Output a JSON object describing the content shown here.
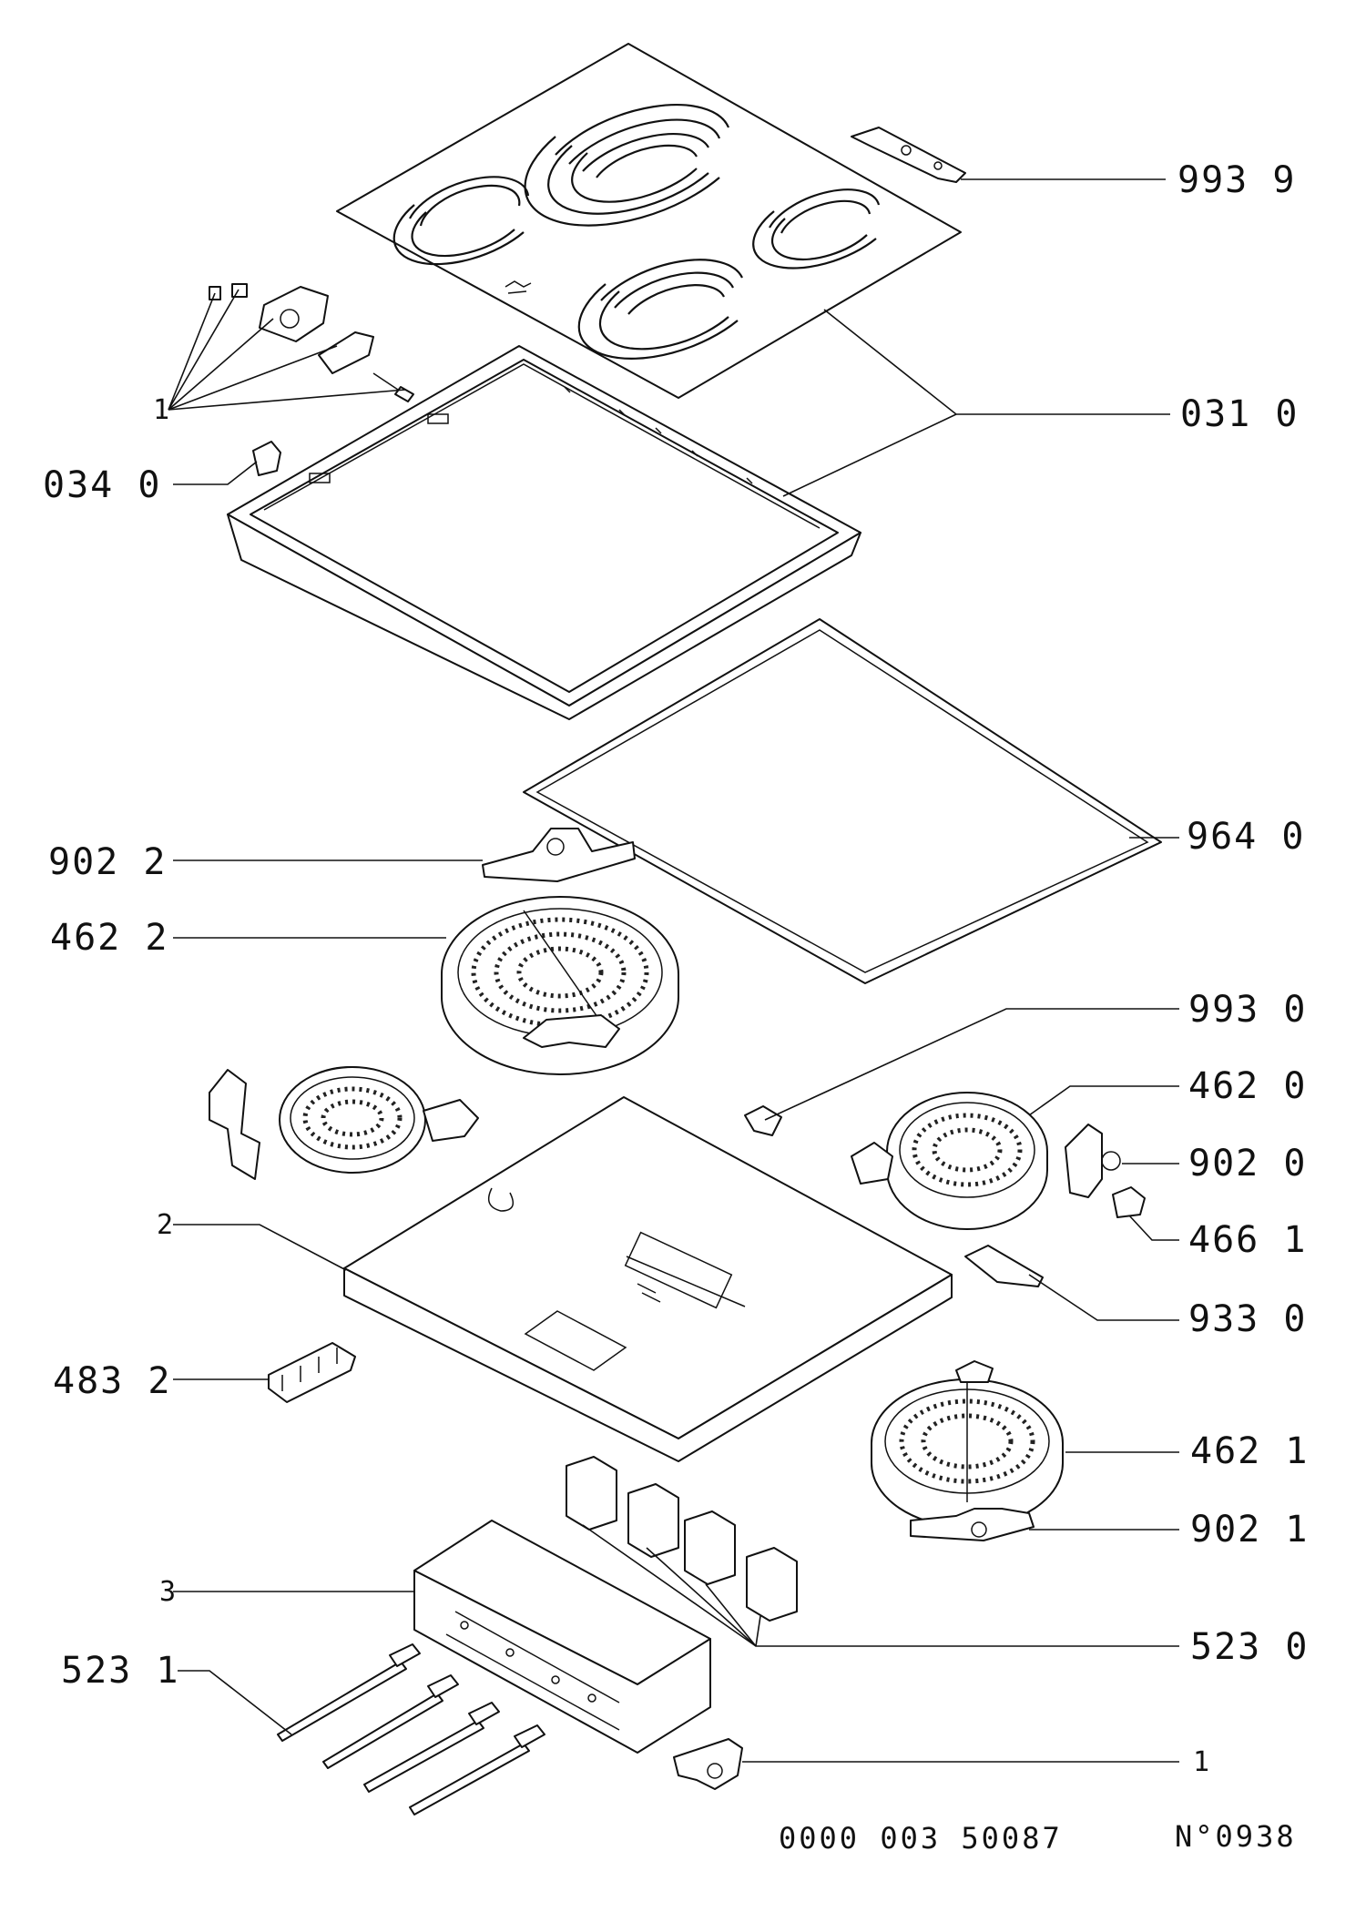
{
  "labels": {
    "glass_top": "993 9",
    "ceramic_hob": "031 0",
    "frame_clip": "034 0",
    "fixing_kit_top": "1",
    "bracket_left": "902 2",
    "radiant_large": "462 2",
    "seal": "964 0",
    "clip_center": "993 0",
    "radiant_right": "462 0",
    "bracket_right": "902 0",
    "limiter": "466 1",
    "base_pan": "2",
    "sensor": "933 0",
    "terminal_block": "483 2",
    "radiant_lower": "462 1",
    "bracket_lower": "902 1",
    "switch_box": "3",
    "energy_regulators": "523 0",
    "control_shafts": "523 1",
    "fixing_kit_bottom": "1"
  },
  "footer": {
    "code": "0000 003 50087",
    "number": "N°0938"
  }
}
